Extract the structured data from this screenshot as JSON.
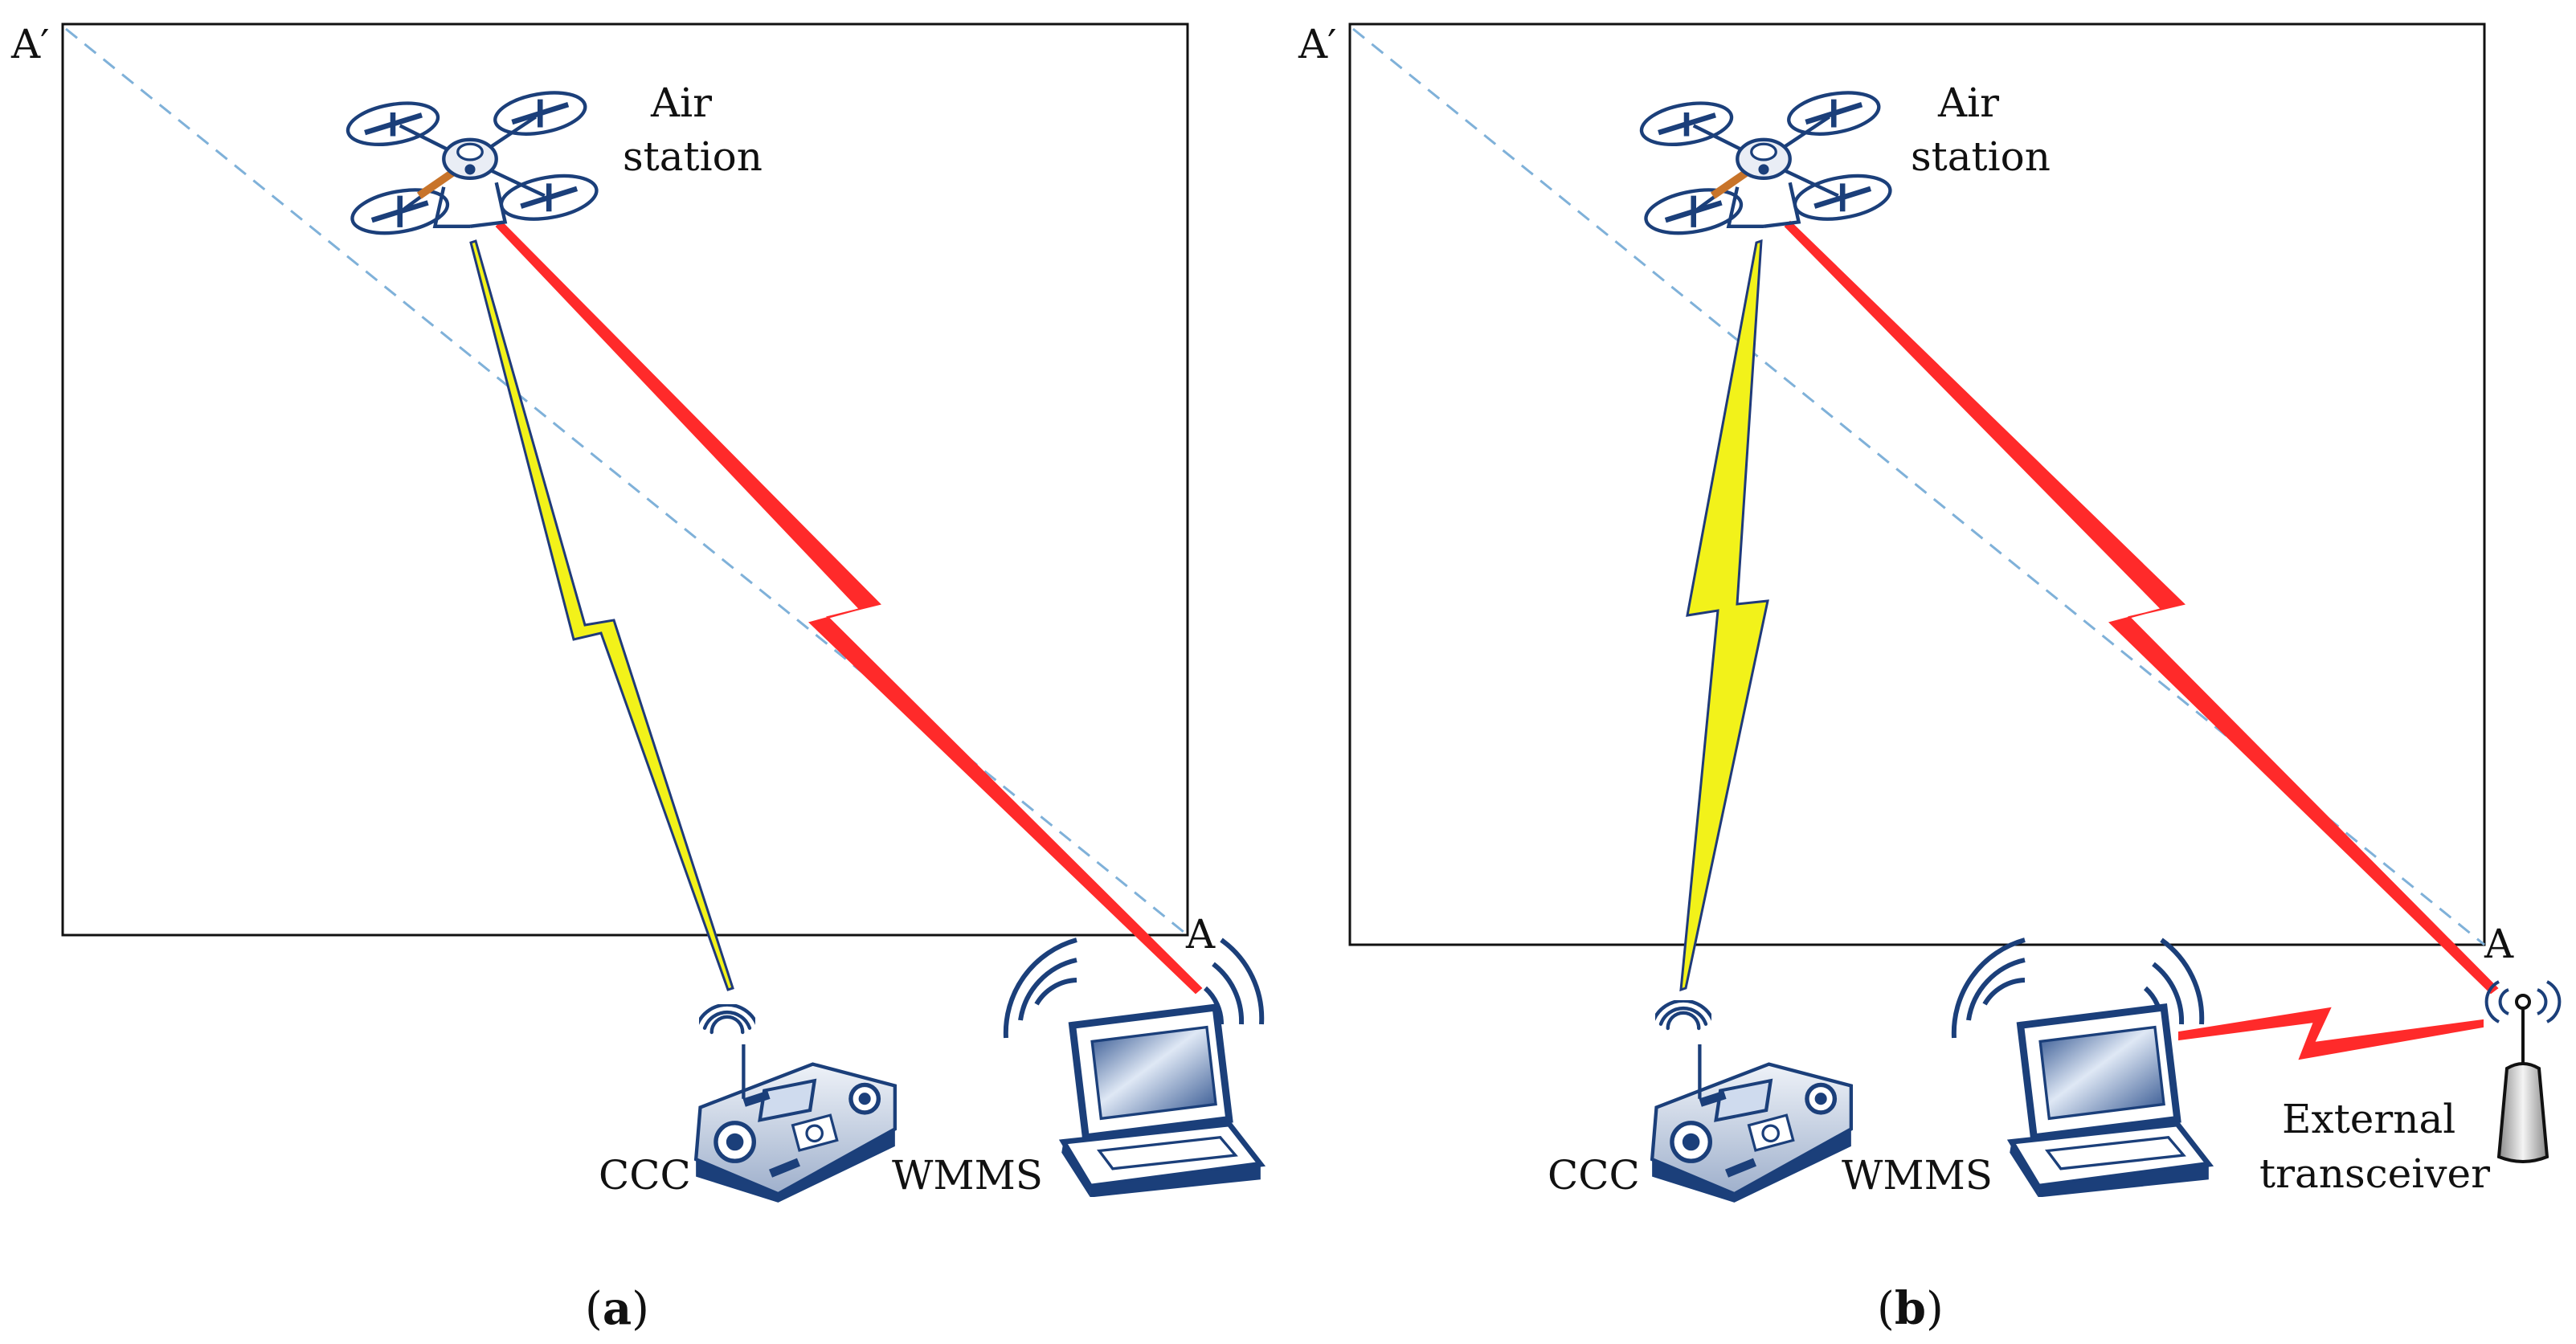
{
  "panels": [
    {
      "caption_open": "(",
      "caption_letter": "a",
      "caption_close": ")",
      "corner_top_left": "A′",
      "corner_bottom_right": "A",
      "air_station_line1": "Air",
      "air_station_line2": "station",
      "controller_label": "CCC",
      "laptop_label": "WMMS"
    },
    {
      "caption_open": "(",
      "caption_letter": "b",
      "caption_close": ")",
      "corner_top_left": "A′",
      "corner_bottom_right": "A",
      "air_station_line1": "Air",
      "air_station_line2": "station",
      "controller_label": "CCC",
      "laptop_label": "WMMS",
      "transceiver_line1": "External",
      "transceiver_line2": "transceiver"
    }
  ],
  "colors": {
    "frame": "#111111",
    "diagonal": "#7fb1d9",
    "wmms_link": "#ff2a2a",
    "ccc_link": "#f2f21a",
    "ccc_link_outline": "#1f3a7a",
    "device_blue": "#1b3f7a"
  },
  "icons": [
    "quadcopter-icon",
    "remote-controller-icon",
    "laptop-icon",
    "antenna-tower-icon",
    "wifi-signal-icon"
  ]
}
